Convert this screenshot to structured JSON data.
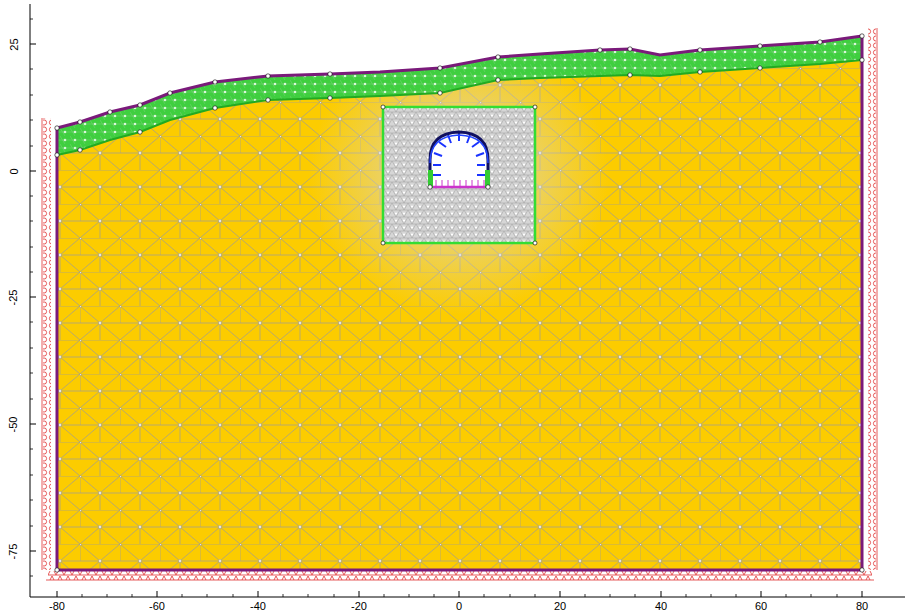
{
  "diagram": {
    "labels": [
      "25",
      "0",
      "-25",
      "-50",
      "-75",
      "-80",
      "-60",
      "-40",
      "-20",
      "0",
      "20",
      "40",
      "60",
      "80"
    ]
  }
}
